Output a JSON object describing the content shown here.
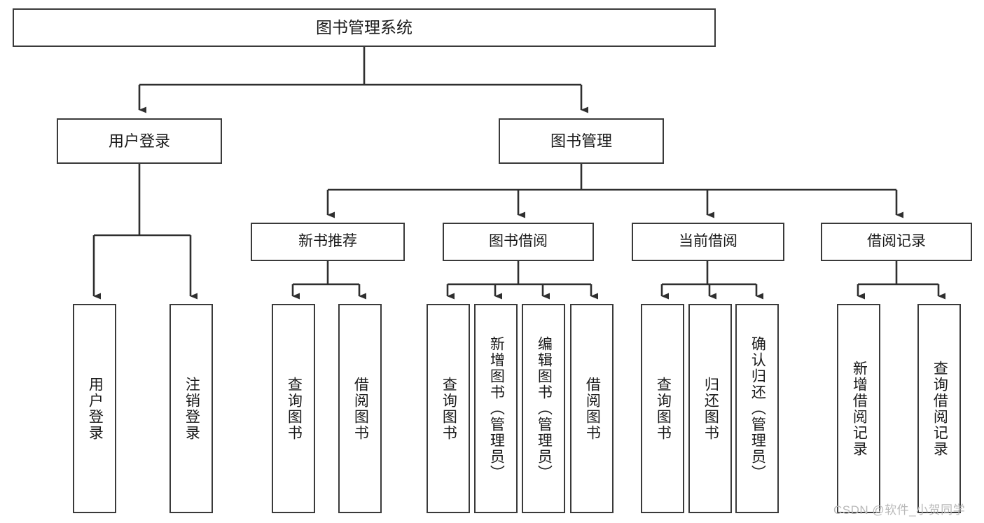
{
  "diagram": {
    "title": "图书管理系统",
    "type": "tree-hierarchy",
    "watermark": "CSDN @软件_小贺同学",
    "colors": {
      "box_border": "#3a3a3a",
      "box_fill": "#ffffff",
      "connector": "#2f2f2f",
      "text": "#1a1a1a",
      "watermark": "#b9b9b9"
    }
  },
  "nodes": {
    "root": {
      "label": "图书管理系统"
    },
    "level1": [
      {
        "id": "user-login",
        "label": "用户登录"
      },
      {
        "id": "book-manage",
        "label": "图书管理"
      }
    ],
    "level2": [
      {
        "id": "new-book-recommend",
        "label": "新书推荐"
      },
      {
        "id": "book-borrow",
        "label": "图书借阅"
      },
      {
        "id": "current-borrow",
        "label": "当前借阅"
      },
      {
        "id": "borrow-record",
        "label": "借阅记录"
      }
    ],
    "leaves": {
      "user-login": [
        {
          "id": "leaf-user-login",
          "label": "用户登录"
        },
        {
          "id": "leaf-logout-login",
          "label": "注销登录"
        }
      ],
      "new-book-recommend": [
        {
          "id": "leaf-query-book-1",
          "label": "查询图书"
        },
        {
          "id": "leaf-borrow-book-1",
          "label": "借阅图书"
        }
      ],
      "book-borrow": [
        {
          "id": "leaf-query-book-2",
          "label": "查询图书"
        },
        {
          "id": "leaf-add-book",
          "label": "新增图书（管理员）"
        },
        {
          "id": "leaf-edit-book",
          "label": "编辑图书（管理员）"
        },
        {
          "id": "leaf-borrow-book-2",
          "label": "借阅图书"
        }
      ],
      "current-borrow": [
        {
          "id": "leaf-query-book-3",
          "label": "查询图书"
        },
        {
          "id": "leaf-return-book",
          "label": "归还图书"
        },
        {
          "id": "leaf-confirm-return",
          "label": "确认归还（管理员）"
        }
      ],
      "borrow-record": [
        {
          "id": "leaf-add-record",
          "label": "新增借阅记录"
        },
        {
          "id": "leaf-query-record",
          "label": "查询借阅记录"
        }
      ]
    }
  }
}
